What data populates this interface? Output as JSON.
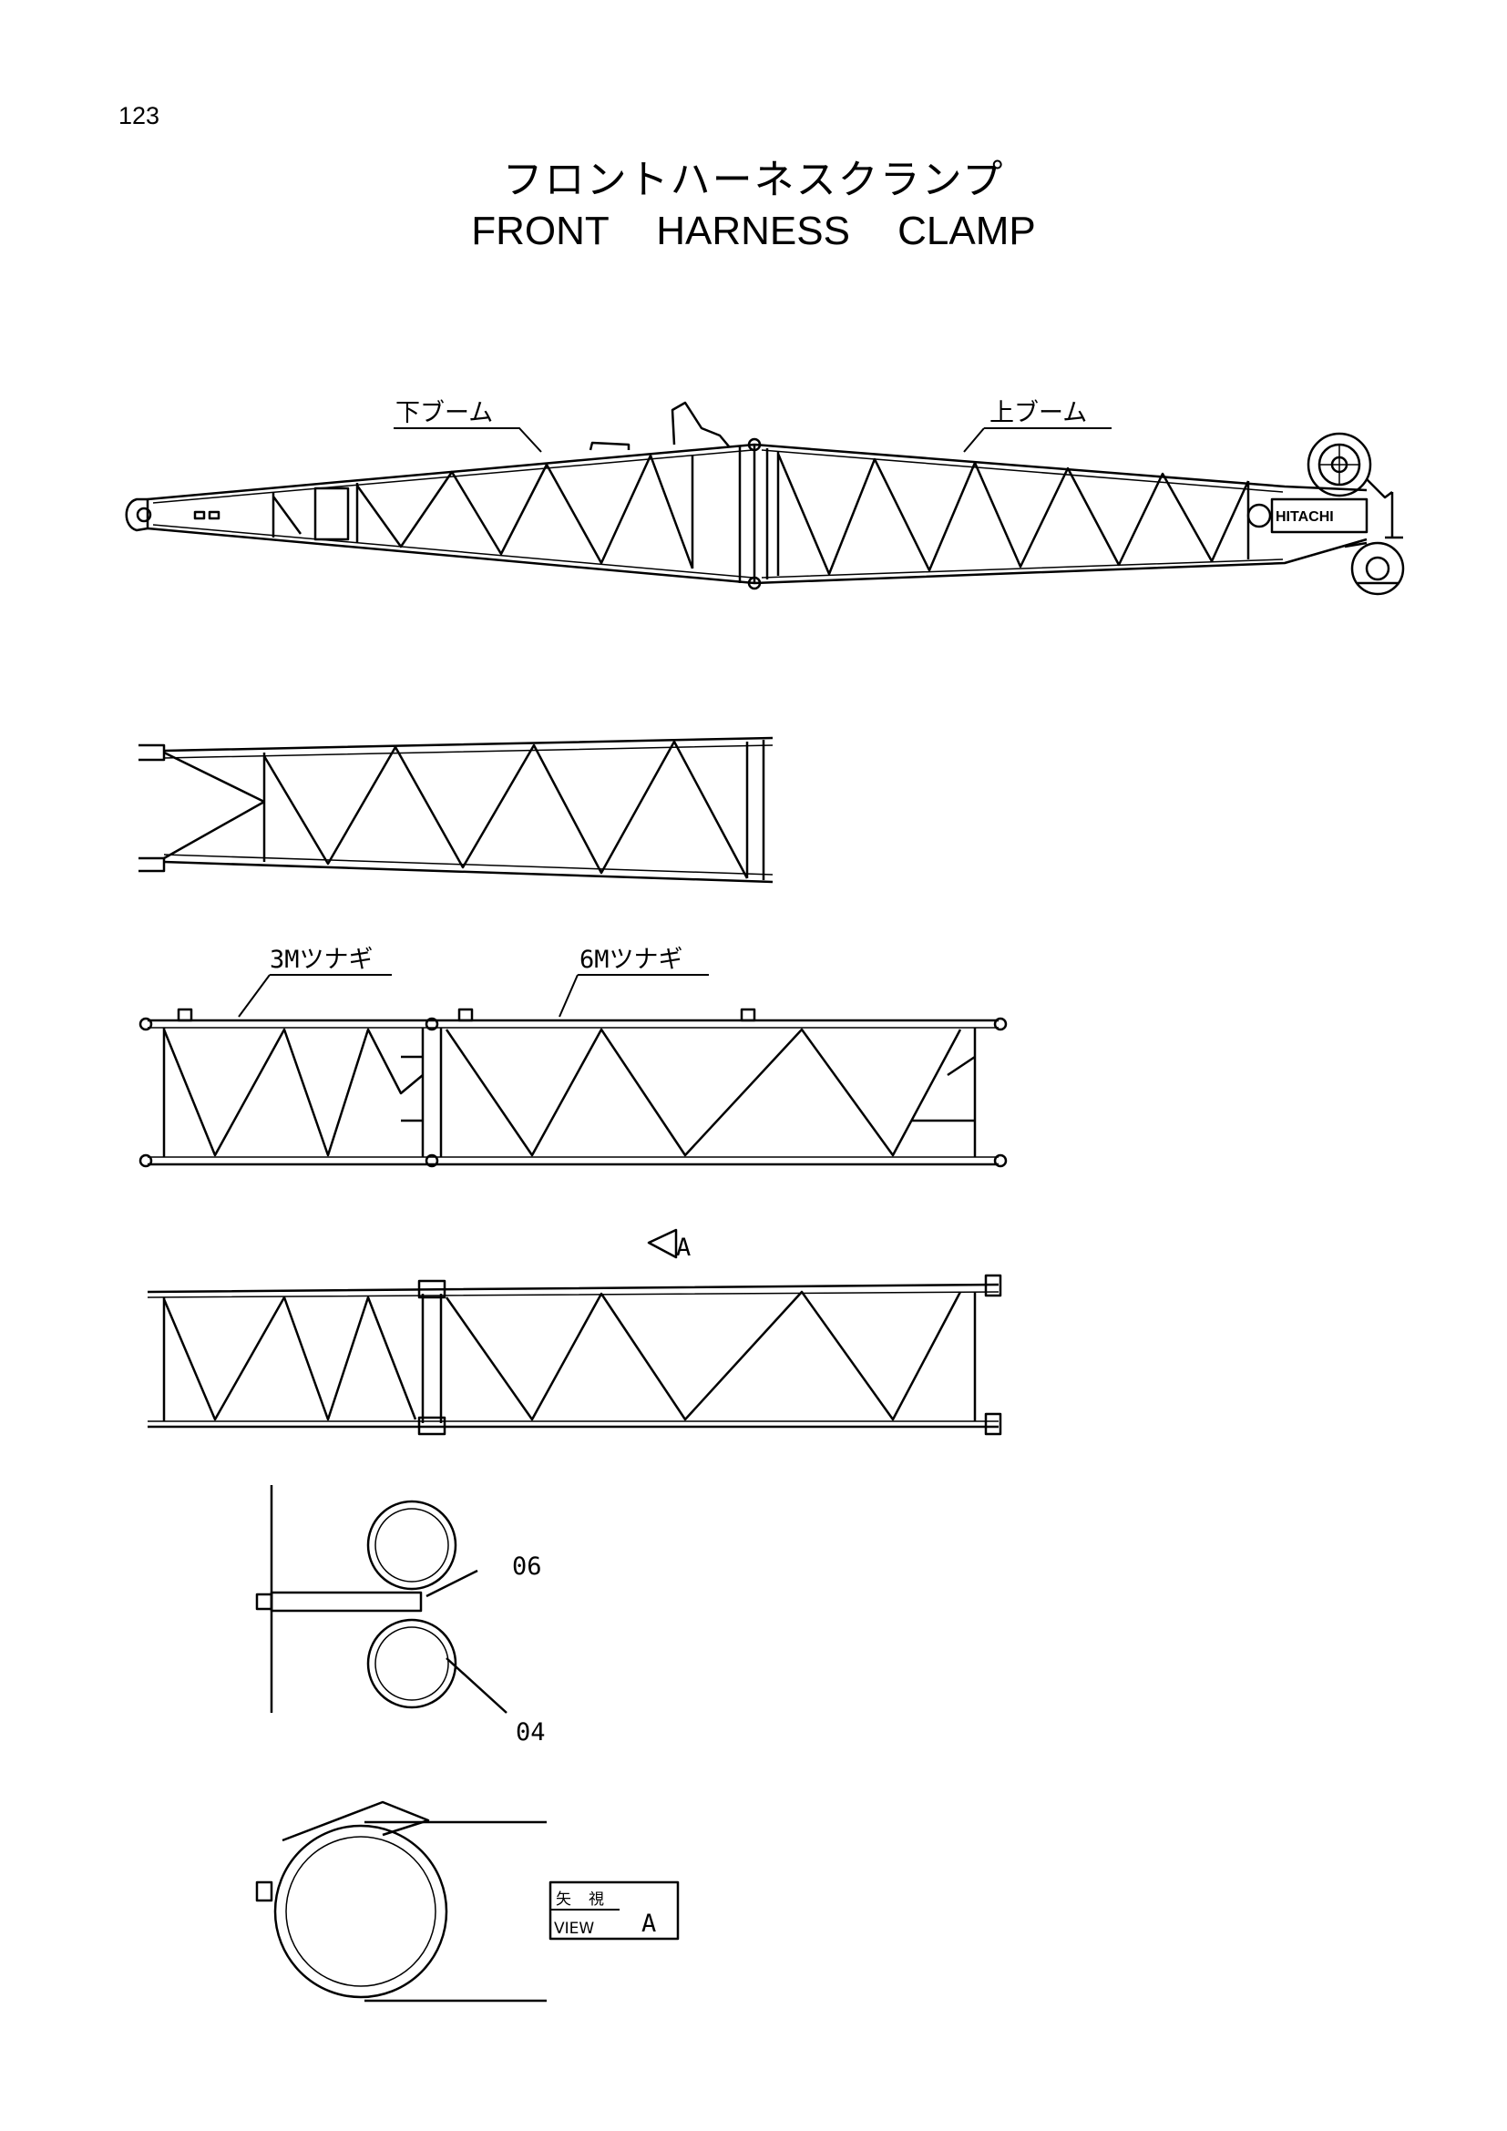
{
  "page_number": "123",
  "title_jp": "フロントハーネスクランプ",
  "title_en": "FRONT HARNESS CLAMP",
  "labels": {
    "lower_boom": "下ブーム",
    "upper_boom": "上ブーム",
    "insert_3m": "3Mツナギ",
    "insert_6m": "6Mツナギ",
    "part_06": "06",
    "part_04": "04",
    "brand": "HITACHI",
    "arrow_ref": "A",
    "view_jp_1": "矢",
    "view_jp_2": "視",
    "view_en": "VIEW",
    "view_letter": "A"
  }
}
